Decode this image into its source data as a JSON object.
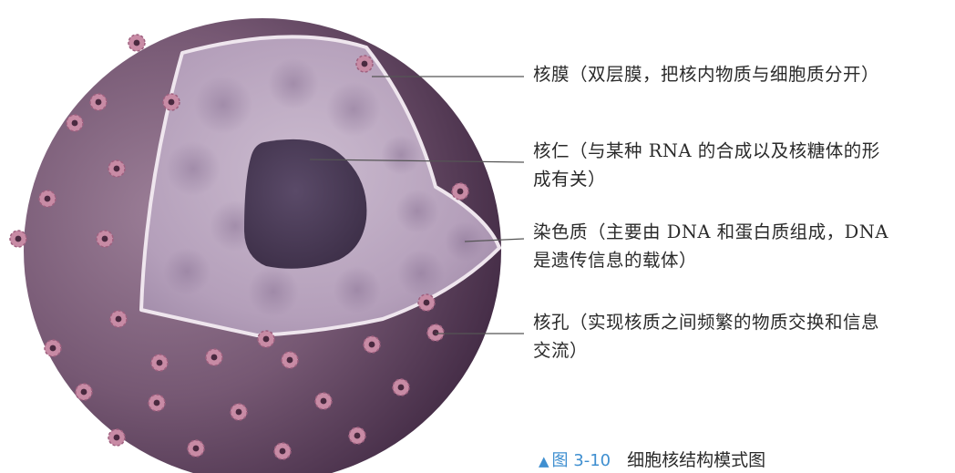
{
  "labels": {
    "membrane": [
      "核膜（双层膜，把核内物质与细胞质分开）"
    ],
    "nucleolus": [
      "核仁（与某种 RNA 的合成以及核糖体的形",
      "成有关）"
    ],
    "chromatin": [
      "染色质（主要由 DNA 和蛋白质组成，DNA",
      "是遗传信息的载体）"
    ],
    "pore": [
      "核孔（实现核质之间频繁的物质交换和信息",
      "交流）"
    ]
  },
  "caption": {
    "marker": "▲",
    "number": "图 3-10",
    "title": "细胞核结构模式图"
  },
  "colors": {
    "shell_dark": "#4e3650",
    "shell_mid": "#8a6b87",
    "interior": "#b8a3bd",
    "nucleolus": "#4a3c57",
    "rim": "#efe6ee",
    "pore": "#c88ba5",
    "caption_accent": "#3f8fd0"
  }
}
